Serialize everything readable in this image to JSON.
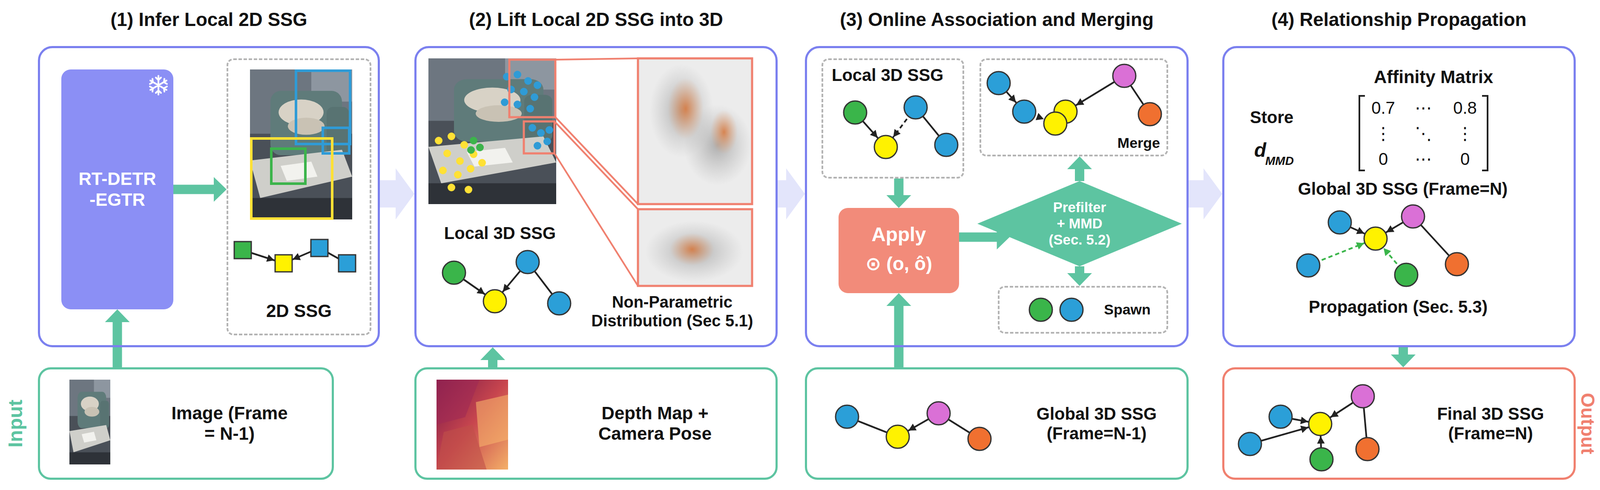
{
  "diagram": {
    "nodes": [
      {
        "text": [
          "(1) Infer Local 2D SSG"
        ]
      },
      {
        "text": [
          "RT-DETR -EGTR"
        ],
        "in": 0
      },
      {
        "text": [
          "2D SSG"
        ],
        "in": 0
      },
      {
        "text": [
          "(2) Lift Local 2D SSG into 3D"
        ]
      },
      {
        "text": [
          "(3) Online Association and Merging"
        ]
      },
      {
        "text": [
          "Local 3D SSG"
        ],
        "in": 4
      },
      {
        "text": [
          "Merge"
        ],
        "in": 4
      },
      {
        "text": [
          "Apply",
          "⊙ (o, ô)"
        ],
        "in": 4
      },
      {
        "text": [
          "Prefilter + MMD (Sec. 5.2)"
        ],
        "in": 4
      },
      {
        "text": [
          "Spawn"
        ],
        "in": 4
      },
      {
        "text": [
          "(4) Relationship Propagation"
        ]
      },
      {
        "text": [
          "Image (Frame = N-1)"
        ]
      },
      {
        "text": [
          "Depth Map + Camera Pose"
        ]
      },
      {
        "text": [
          "Global 3D SSG (Frame=N-1)"
        ]
      },
      {
        "text": [
          "Final 3D SSG (Frame=N)"
        ]
      }
    ],
    "edges": [
      {
        "from": 11,
        "to": 1,
        "arrow": "to"
      },
      {
        "from": 1,
        "to": 2,
        "arrow": "to"
      },
      {
        "from": 0,
        "to": 3,
        "arrow": "to"
      },
      {
        "from": 12,
        "to": 3,
        "arrow": "to"
      },
      {
        "from": 3,
        "to": 4,
        "arrow": "to"
      },
      {
        "from": 5,
        "to": 7,
        "arrow": "to"
      },
      {
        "from": 13,
        "to": 7,
        "arrow": "to"
      },
      {
        "from": 7,
        "to": 8,
        "arrow": "to"
      },
      {
        "from": 8,
        "to": 6,
        "arrow": "to"
      },
      {
        "from": 8,
        "to": 9,
        "arrow": "to"
      },
      {
        "from": 4,
        "to": 10,
        "arrow": "to"
      },
      {
        "from": 10,
        "to": 14,
        "arrow": "to"
      }
    ],
    "labels": [
      "Input",
      "Output",
      "Local 3D SSG",
      "Non-Parametric Distribution (Sec 5.1)",
      "Affinity Matrix",
      "Store",
      "d",
      "MMD",
      "0.7",
      "⋯",
      "0.8",
      "⋮",
      "⋱",
      "⋮",
      "0",
      "⋯",
      "0",
      "Global 3D SSG (Frame=N)",
      "Propagation (Sec. 5.3)"
    ]
  }
}
